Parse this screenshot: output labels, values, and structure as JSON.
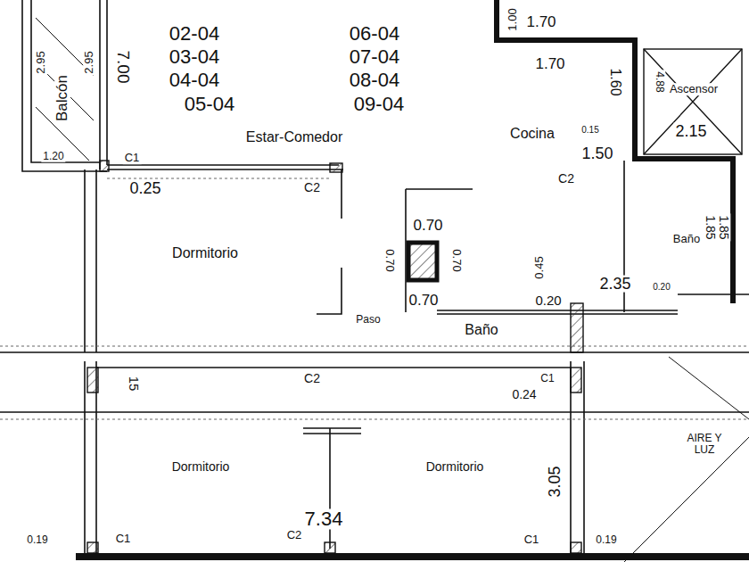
{
  "diagram": {
    "labels": [
      "02-04",
      "06-04",
      "03-04",
      "07-04",
      "04-04",
      "08-04",
      "05-04",
      "09-04",
      "Estar-Comedor",
      "Cocina",
      "0.15",
      "2.95",
      "Balcón",
      "2.95",
      "7.00",
      "1.00",
      "1.70",
      "1.70",
      "1.60",
      "4.88",
      "Ascensor",
      "2.15",
      "1.50",
      "Baño",
      "1.85",
      "1.85",
      "1.20",
      "C1",
      "0.25",
      "C2",
      "C2",
      "Dormitorio",
      "0.70",
      "0.70",
      "0.70",
      "0.70",
      "0.45",
      "2.35",
      "0.20",
      "0.20",
      "Paso",
      "Baño",
      "15",
      "C2",
      "0.24",
      "C1",
      "Dormitorio",
      "Dormitorio",
      "3.05",
      "7.34",
      "0.19",
      "C1",
      "C2",
      "C1",
      "0.19",
      "AIRE Y LUZ"
    ]
  }
}
